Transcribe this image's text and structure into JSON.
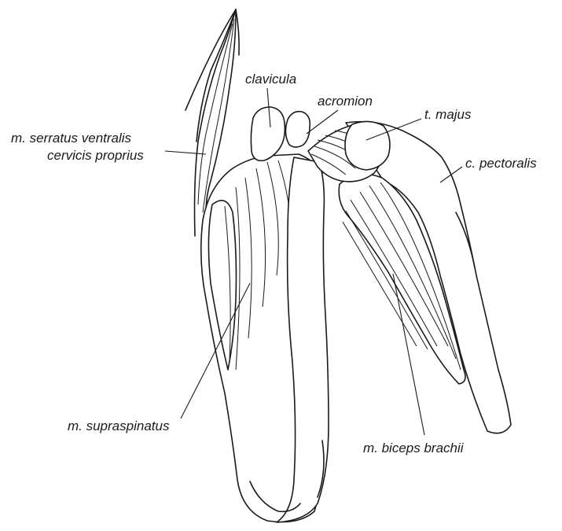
{
  "labels": {
    "serratus_line1": "m. serratus ventralis",
    "serratus_line2": "cervicis proprius",
    "clavicula": "clavicula",
    "acromion": "acromion",
    "t_majus": "t. majus",
    "c_pectoralis": "c. pectoralis",
    "supraspinatus": "m. supraspinatus",
    "biceps": "m. biceps brachii"
  },
  "colors": {
    "ink": "#1a1a1a",
    "background": "#ffffff"
  }
}
